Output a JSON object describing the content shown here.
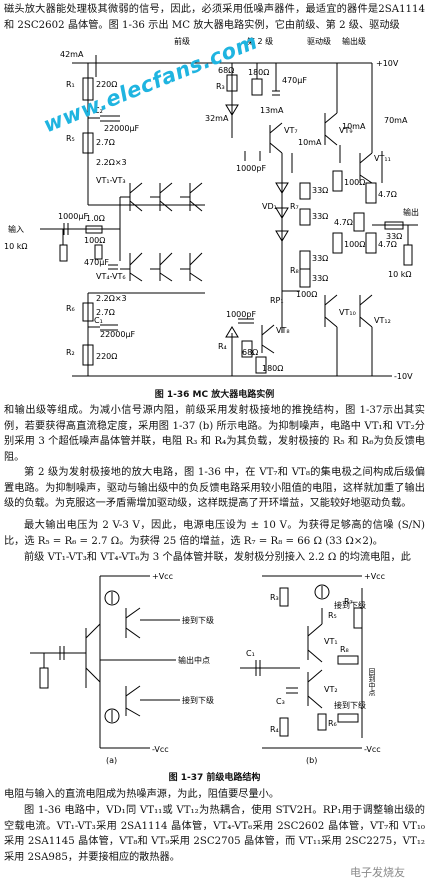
{
  "paragraphs": {
    "intro": "磁头放大器能处理极其微弱的信号，因此，必须采用低噪声器件，最适宜的器件是2SA1114 和 2SC2602 晶体管。图 1-36 示出 MC 放大器电路实例，它由前级、第 2 级、驱动级",
    "p1": "和输出级等组成。为减小信号源内阻，前级采用发射极接地的推挽结构，图 1-37示出其实例，若要获得高直流稳定度，采用图 1-37 (b) 所示电路。为抑制噪声，电路中 VT₁和 VT₂分别采用 3 个超低噪声晶体管并联，电阻 R₃ 和 R₄为其负载，发射极接的 R₅ 和 R₆为负反馈电阻。",
    "p2": "第 2 级为发射极接地的放大电路，图 1-36 中，在 VT₇和 VT₈的集电极之间构成后级偏置电路。为抑制噪声，驱动与输出级中的负反馈电路采用较小阻值的电阻，这样就加重了输出级的负载。为克服这一矛盾需增加驱动级，这样既提高了开环增益，又能较好地驱动负载。",
    "p3": "最大输出电压为 2 V-3 V，因此，电源电压设为 ± 10 V。为获得足够高的信噪 (S/N) 比，选 R₅ = R₆ = 2.7 Ω。为获得 25 倍的增益，选 R₇ = R₈ = 66 Ω (33 Ω×2)。",
    "p4": "前级 VT₁-VT₃和 VT₄-VT₆为 3 个晶体管并联，发射极分别接入 2.2 Ω 的均流电阻，此",
    "p5": "电阻与输入的直流电阻成为热噪声源，为此，阻值要尽量小。",
    "p6": "图 1-36 电路中，VD₁同 VT₁₁或 VT₁₂为热耦合，使用 STV2H。RP₁用于调整输出级的空载电流。VT₁-VT₃采用 2SA1114 晶体管，VT₄-VT₆采用 2SC2602 晶体管，VT₇和 VT₁₀采用 2SA1145 晶体管，VT₈和 VT₉采用 2SC2705 晶体管，而 VT₁₁采用 2SC2275，VT₁₂采用 2SA985，并要接相应的散热器。"
  },
  "captions": {
    "fig136": "图 1-36   MC 放大器电路实例",
    "fig137": "图 1-37   前级电路结构"
  },
  "watermarks": {
    "main": "www.elecfans.com",
    "corner": "电子发烧友"
  },
  "fig136": {
    "section_labels": [
      "前级",
      "第 2 级",
      "驱动级",
      "输出级"
    ],
    "supply_pos": "+10V",
    "supply_neg": "-10V",
    "input_label": "输入",
    "output_label": "输出",
    "currents": [
      "42mA",
      "32mA",
      "13mA",
      "10mA",
      "10mA",
      "70mA"
    ],
    "parts": {
      "r1": "R₁",
      "r1v": "220Ω",
      "r5": "R₅",
      "r5v": "2.7Ω",
      "r6": "R₆",
      "r6v": "2.7Ω",
      "r2": "R₂",
      "r2v": "220Ω",
      "r3": "R₃",
      "r3v": "68Ω",
      "r4": "R₄",
      "r4v": "68Ω",
      "r180a": "180Ω",
      "r180b": "180Ω",
      "c2": "C₂",
      "c2v": "22000μF",
      "c1": "C₁",
      "c1v": "22000μF",
      "cin": "1000μF",
      "rin": "1.0Ω",
      "r100": "100Ω",
      "c470": "470μF",
      "r10k": "10 kΩ",
      "c1000a": "1000pF",
      "c1000b": "1000pF",
      "c470b": "470μF",
      "r22a": "2.2Ω×3",
      "r22b": "2.2Ω×3",
      "vt13": "VT₁-VT₃",
      "vt46": "VT₄-VT₆",
      "vt7": "VT₇",
      "vt8": "VT₈",
      "vt9": "VT₉",
      "vt10": "VT₁₀",
      "vt11": "VT₁₁",
      "vt12": "VT₁₂",
      "vd1": "VD₁",
      "rp1": "RP₁",
      "rp1v": "100Ω",
      "r7": "R₇",
      "r8": "R₈",
      "r33a": "33Ω",
      "r33b": "33Ω",
      "r33c": "33Ω",
      "r33d": "33Ω",
      "r33out": "33Ω",
      "r100a": "100Ω",
      "r100b": "100Ω",
      "r47a": "4.7Ω",
      "r47b": "4.7Ω",
      "r47c": "4.7Ω",
      "r10kout": "10 kΩ"
    }
  },
  "fig137": {
    "a": {
      "vcc_pos": "+Vcc",
      "vcc_neg": "-Vcc",
      "to_next_top": "接到下级",
      "to_next_bot": "接到下级",
      "mid_out": "输出中点",
      "label": "(a)"
    },
    "b": {
      "vcc_pos": "+Vcc",
      "vcc_neg": "-Vcc",
      "to_next_top": "接到下级",
      "to_next_bot": "接到下级",
      "r3": "R₃",
      "r4": "R₄",
      "r5": "R₅",
      "r6": "R₆",
      "r7": "R₇",
      "r8": "R₈",
      "c1": "C₁",
      "c3": "C₃",
      "vt1": "VT₁",
      "vt2": "VT₂",
      "vout": "回到中点",
      "label": "(b)"
    }
  }
}
